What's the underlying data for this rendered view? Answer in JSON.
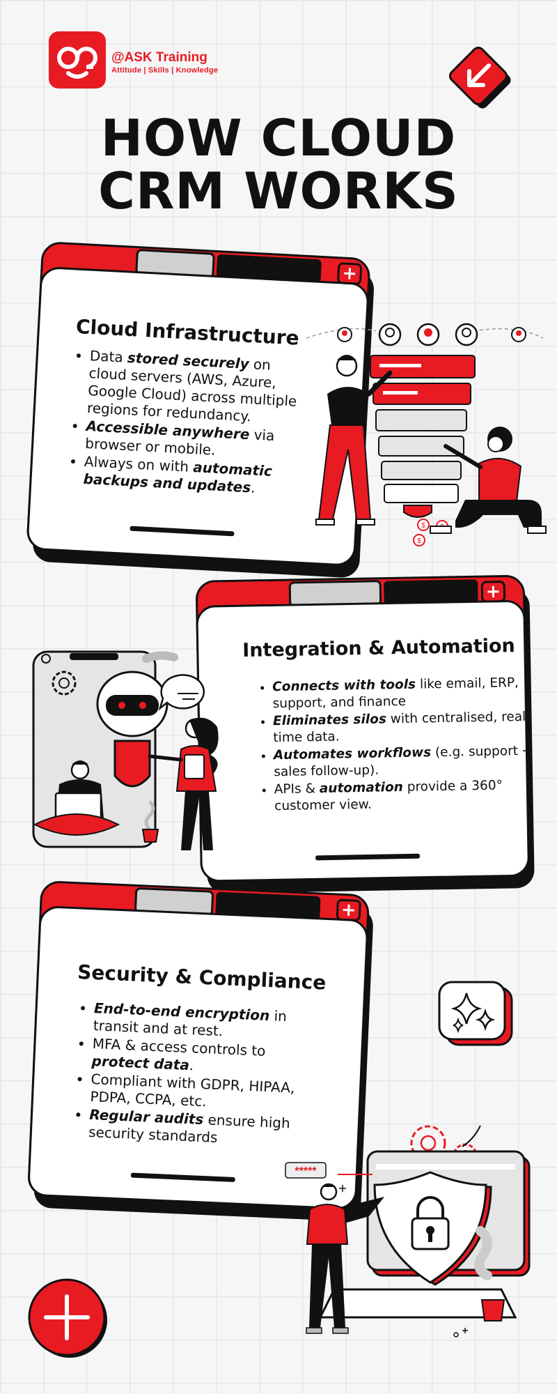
{
  "brand": {
    "name": "@ASK Training",
    "tagline": "Attitude | Skills | Knowledge",
    "accent_color": "#e81b23"
  },
  "title": {
    "line1": "HOW CLOUD",
    "line2": "CRM WORKS"
  },
  "sections": [
    {
      "title": "Cloud Infrastructure",
      "bullets": [
        {
          "pre": "Data ",
          "bold": "stored securely",
          "post": " on cloud servers (AWS, Azure, Google Cloud) across multiple regions for redundancy."
        },
        {
          "pre": "",
          "bold": "Accessible anywhere",
          "post": " via browser or mobile."
        },
        {
          "pre": "Always on with ",
          "bold": "automatic backups and updates",
          "post": "."
        }
      ],
      "illustration_labels": [
        "$",
        "$",
        "$"
      ]
    },
    {
      "title": "Integration & Automation",
      "bullets": [
        {
          "pre": "",
          "bold": "Connects with tools",
          "post": " like email, ERP, support, and finance"
        },
        {
          "pre": "",
          "bold": "Eliminates silos",
          "post": " with centralised, real-time data."
        },
        {
          "pre": "",
          "bold": "Automates workflows",
          "post": " (e.g. support → sales follow-up)."
        },
        {
          "pre": "APIs & ",
          "bold": "automation",
          "post": " provide a 360° customer view."
        }
      ]
    },
    {
      "title": "Security & Compliance",
      "bullets": [
        {
          "pre": "",
          "bold": "End-to-end encryption",
          "post": " in transit and at rest."
        },
        {
          "pre": "MFA & access controls to ",
          "bold": "protect data",
          "post": "."
        },
        {
          "pre": "Compliant with GDPR, HIPAA, PDPA, CCPA, etc.",
          "bold": "",
          "post": ""
        },
        {
          "pre": "",
          "bold": "Regular audits",
          "post": " ensure high security standards"
        }
      ],
      "password_label": "*****"
    }
  ],
  "icons": {
    "logo": "ask-logo-icon",
    "corner": "arrow-down-left-icon",
    "card_tab": "plus-icon",
    "sparkle": "sparkle-icon",
    "lock": "padlock-icon",
    "footer": "plus-circle-icon"
  }
}
